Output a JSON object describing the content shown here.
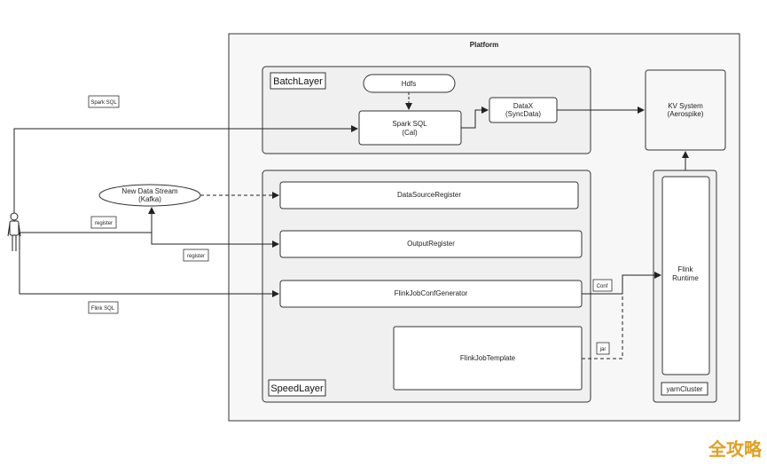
{
  "platform": {
    "title": "Platform"
  },
  "batch_layer": {
    "label": "BatchLayer",
    "hdfs": "Hdfs",
    "spark_sql": {
      "line1": "Spark SQL",
      "line2": "(Cal)"
    },
    "datax": {
      "line1": "DataX",
      "line2": "(SyncData)"
    }
  },
  "kv_system": {
    "line1": "KV System",
    "line2": "(Aerospike)"
  },
  "speed_layer": {
    "label": "SpeedLayer",
    "datasource_register": "DataSourceRegister",
    "output_register": "OutputRegister",
    "flink_job_conf_generator": "FlinkJobConfGenerator",
    "flink_job_template": "FlinkJobTemplate"
  },
  "yarn_cluster": {
    "label": "yarnCluster",
    "flink_runtime": {
      "line1": "Flink",
      "line2": "Runtime"
    }
  },
  "data_stream": {
    "line1": "New Data Stream",
    "line2": "(Kafka)"
  },
  "edge_labels": {
    "spark_sql": "Spark SQL",
    "register_1": "register",
    "register_2": "register",
    "flink_sql": "Flink SQL",
    "conf": "Conf",
    "jar": "jar"
  },
  "watermark": "全攻略"
}
